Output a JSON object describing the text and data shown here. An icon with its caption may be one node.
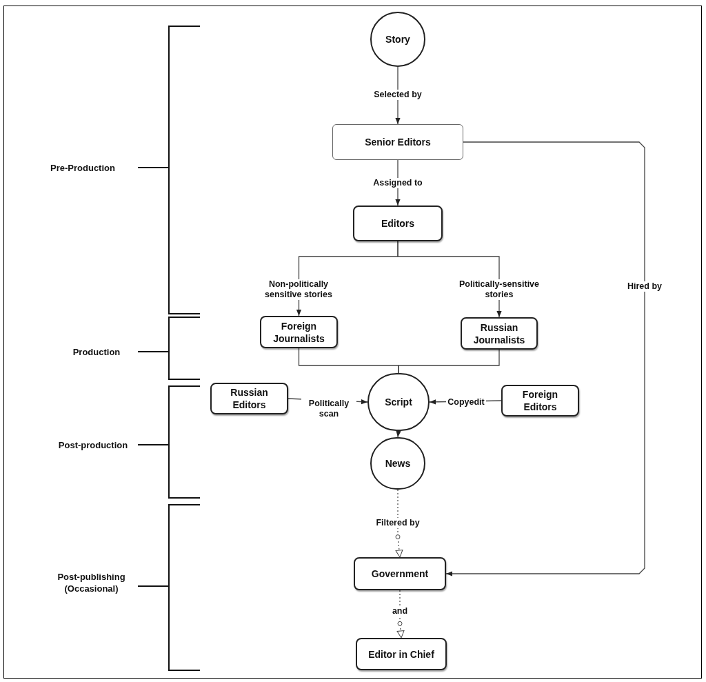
{
  "diagram": {
    "nodes": [
      {
        "text": [
          "Story"
        ]
      },
      {
        "text": [
          "Senior Editors"
        ]
      },
      {
        "text": [
          "Editors"
        ]
      },
      {
        "text": [
          "Foreign Journalists"
        ]
      },
      {
        "text": [
          "Russian Journalists"
        ]
      },
      {
        "text": [
          "Russian Editors"
        ]
      },
      {
        "text": [
          "Script"
        ]
      },
      {
        "text": [
          "Foreign Editors"
        ]
      },
      {
        "text": [
          "News"
        ]
      },
      {
        "text": [
          "Government"
        ]
      },
      {
        "text": [
          "Editor in Chief"
        ]
      }
    ],
    "edges": [
      {
        "from": 0,
        "to": 1,
        "arrow": "to",
        "label": "Selected by"
      },
      {
        "from": 1,
        "to": 2,
        "arrow": "to",
        "label": "Assigned to"
      },
      {
        "from": 2,
        "to": 3,
        "arrow": "to",
        "label": "Non-politically sensitive stories"
      },
      {
        "from": 2,
        "to": 4,
        "arrow": "to",
        "label": "Politically-sensitive stories"
      },
      {
        "from": 3,
        "to": 6,
        "arrow": "none"
      },
      {
        "from": 4,
        "to": 6,
        "arrow": "none"
      },
      {
        "from": 5,
        "to": 6,
        "arrow": "to",
        "label": "Politically scan"
      },
      {
        "from": 7,
        "to": 6,
        "arrow": "to",
        "label": "Copyedit"
      },
      {
        "from": 6,
        "to": 8,
        "arrow": "to"
      },
      {
        "from": 8,
        "to": 9,
        "arrow": "to",
        "label": "Filtered by",
        "style": "dashed"
      },
      {
        "from": 9,
        "to": 10,
        "arrow": "to",
        "label": "and",
        "style": "dashed"
      },
      {
        "from": 1,
        "to": 9,
        "arrow": "to",
        "label": "Hired by"
      }
    ],
    "labels": [
      "Pre-Production",
      "Production",
      "Post-production",
      "Post-publishing (Occasional)"
    ]
  }
}
